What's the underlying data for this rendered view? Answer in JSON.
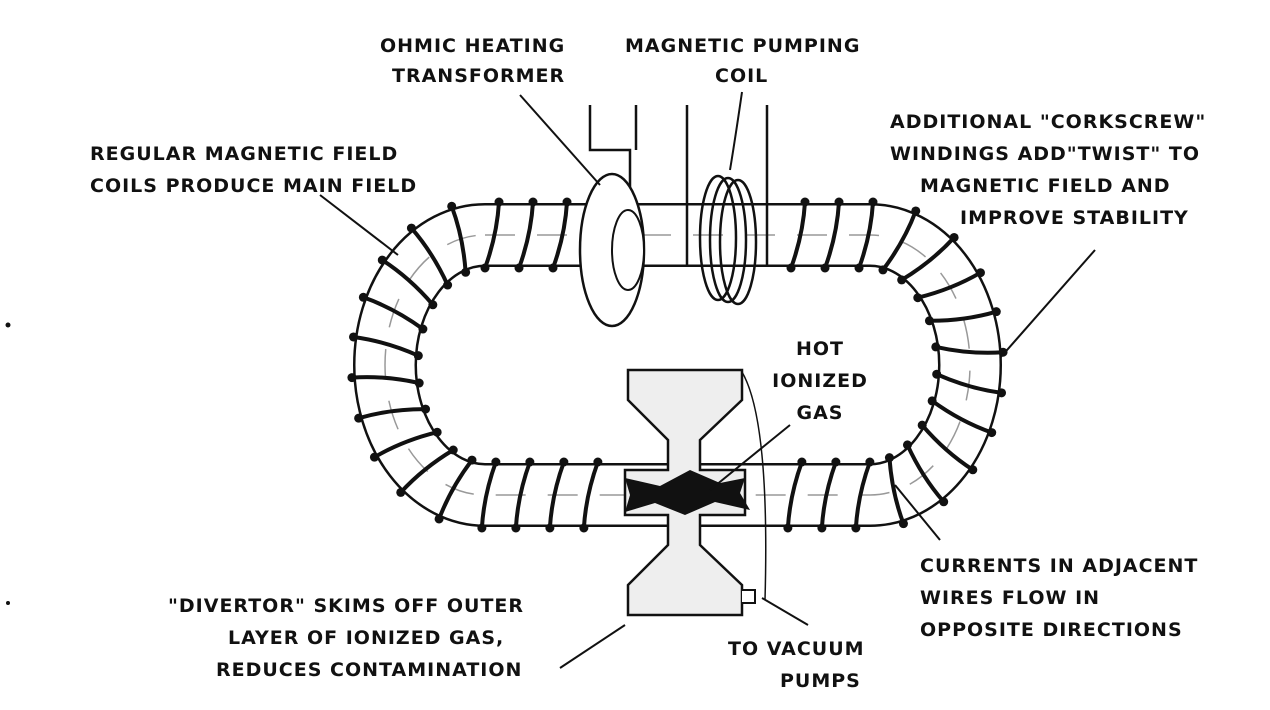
{
  "title": "Stellarator diagram",
  "labels": {
    "ohmic": [
      "OHMIC HEATING",
      "TRANSFORMER"
    ],
    "pumping": [
      "MAGNETIC PUMPING",
      "COIL"
    ],
    "regular": [
      "REGULAR MAGNETIC FIELD",
      "COILS PRODUCE MAIN FIELD"
    ],
    "corkscrew": [
      "ADDITIONAL \"CORKSCREW\"",
      "WINDINGS ADD\"TWIST\" TO",
      "MAGNETIC FIELD AND",
      "IMPROVE  STABILITY"
    ],
    "hotgas": [
      "HOT",
      "IONIZED",
      "GAS"
    ],
    "divertor": [
      "\"DIVERTOR\" SKIMS OFF OUTER",
      "LAYER OF IONIZED GAS,",
      "REDUCES CONTAMINATION"
    ],
    "vacuum": [
      "TO VACUUM",
      "PUMPS"
    ],
    "currents": [
      "CURRENTS IN ADJACENT",
      "WIRES FLOW IN",
      "OPPOSITE DIRECTIONS"
    ]
  }
}
